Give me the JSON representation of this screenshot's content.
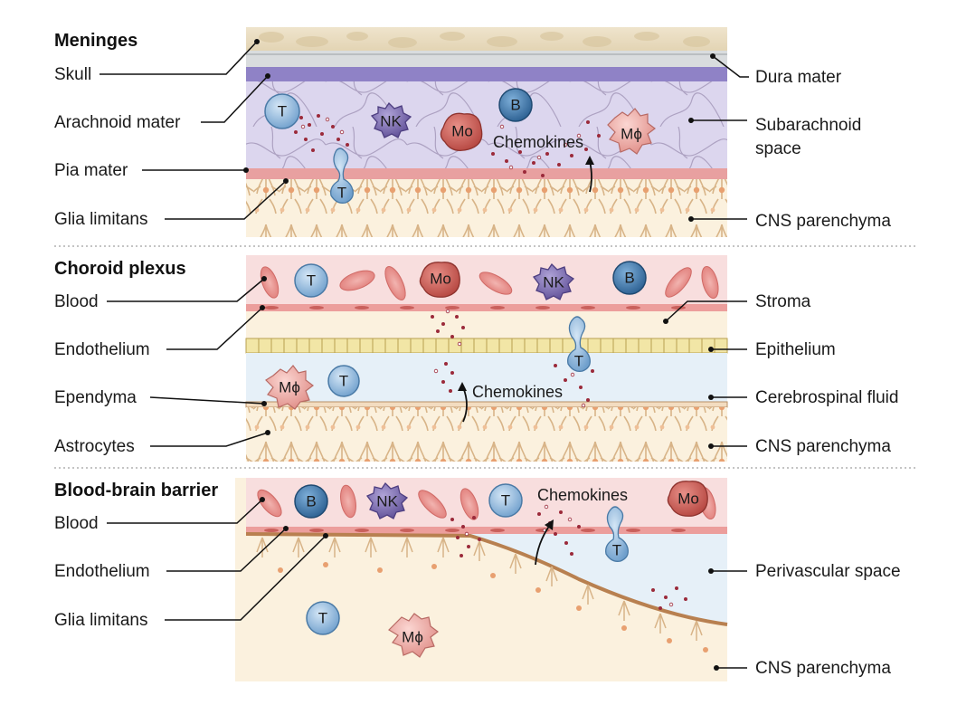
{
  "sections": {
    "meninges": {
      "title": "Meninges",
      "left_labels": [
        "Skull",
        "Arachnoid mater",
        "Pia mater",
        "Glia limitans"
      ],
      "right_labels": [
        "Dura mater",
        "Subarachnoid",
        "space",
        "CNS parenchyma"
      ],
      "cells": [
        "T",
        "NK",
        "Mo",
        "B",
        "Mϕ",
        "T"
      ],
      "chemokines": "Chemokines"
    },
    "choroid_plexus": {
      "title": "Choroid plexus",
      "left_labels": [
        "Blood",
        "Endothelium",
        "Ependyma",
        "Astrocytes"
      ],
      "right_labels": [
        "Stroma",
        "Epithelium",
        "Cerebrospinal fluid",
        "CNS parenchyma"
      ],
      "cells": [
        "T",
        "Mo",
        "NK",
        "B",
        "Mϕ",
        "T",
        "T"
      ],
      "chemokines": "Chemokines"
    },
    "bbb": {
      "title": "Blood-brain barrier",
      "left_labels": [
        "Blood",
        "Endothelium",
        "Glia limitans"
      ],
      "right_labels": [
        "Perivascular space",
        "CNS parenchyma"
      ],
      "cells": [
        "B",
        "NK",
        "T",
        "Mo",
        "T",
        "T",
        "Mϕ"
      ],
      "chemokines": "Chemokines"
    }
  },
  "colors": {
    "skull": "#e8dcc4",
    "arachnoid": "#9a8ccc",
    "subarachnoid": "#dcd6ee",
    "pia": "#e8a0a0",
    "parenchyma": "#fbf1de",
    "blood": "#f8dede",
    "csf": "#e6f0f8",
    "t_cell": "#8fb6da",
    "b_cell": "#3f76a8",
    "nk_cell": "#7a68ae",
    "mo_cell": "#c9564f",
    "mphi_cell": "#eeaaa6"
  }
}
